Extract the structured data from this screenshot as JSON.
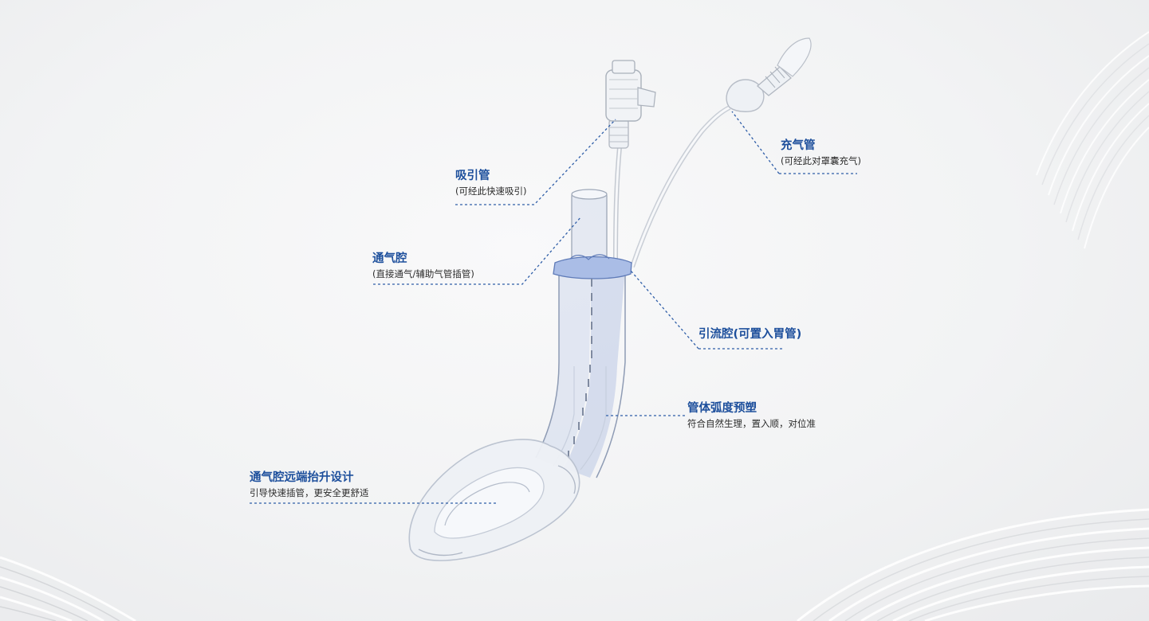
{
  "colors": {
    "accent": "#1d4f9c",
    "text": "#2b2b2b",
    "leader": "#2f5ea8",
    "background": "#f1f2f3"
  },
  "callouts": {
    "suction": {
      "title": "吸引管",
      "desc": "(可经此快速吸引)"
    },
    "inflation": {
      "title": "充气管",
      "desc": "(可经此对罩囊充气)"
    },
    "airway": {
      "title": "通气腔",
      "desc": "(直接通气/辅助气管插管)"
    },
    "drain": {
      "title": "引流腔(可置入胃管)"
    },
    "curve": {
      "title": "管体弧度预塑",
      "desc": "符合自然生理，置入顺，对位准"
    },
    "distal": {
      "title": "通气腔远端抬升设计",
      "desc": "引导快速插管，更安全更舒适"
    }
  }
}
